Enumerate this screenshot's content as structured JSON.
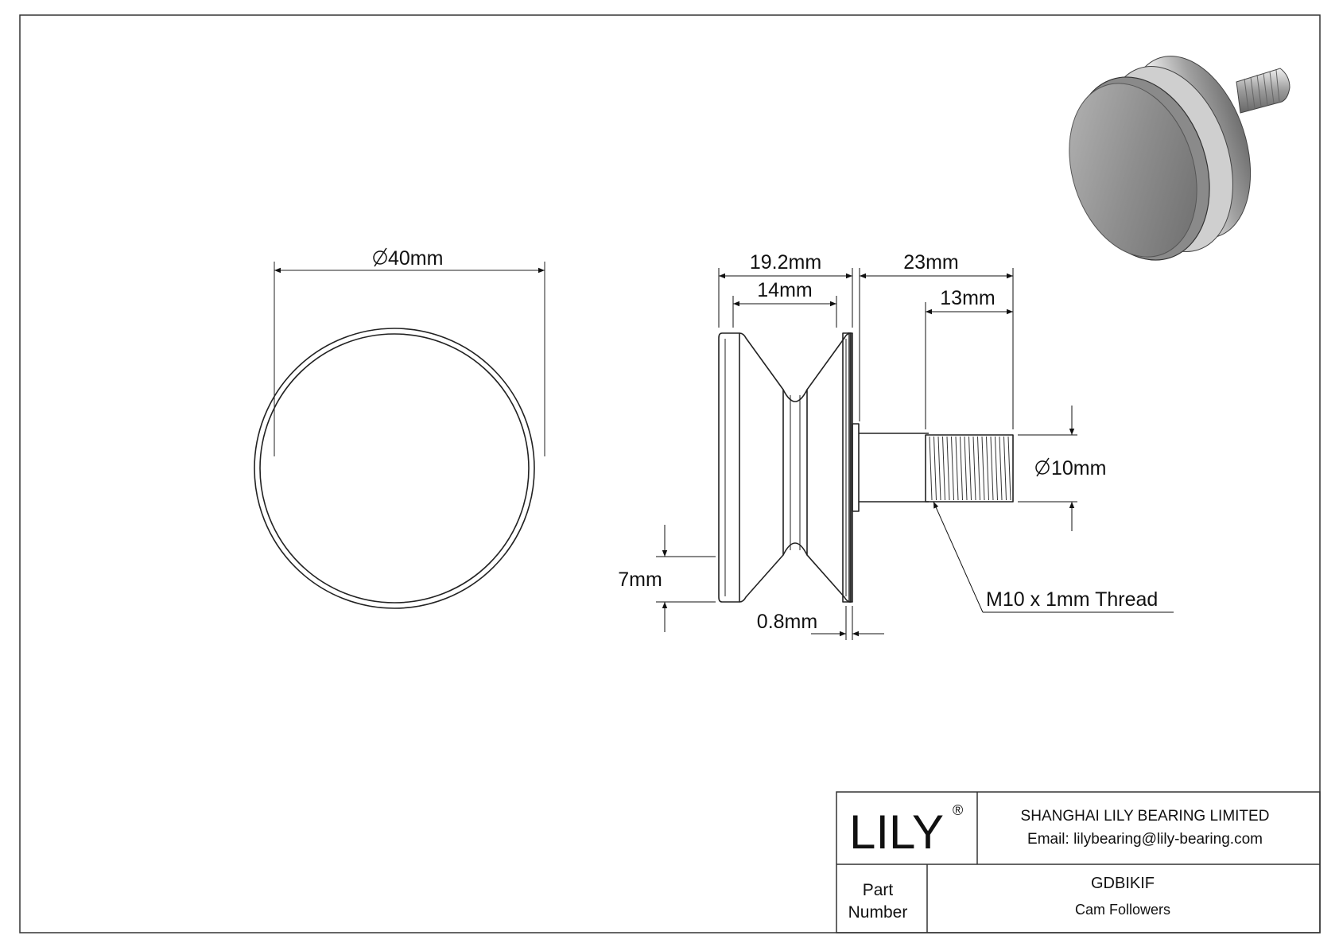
{
  "dimensions": {
    "outer_diameter": "40mm",
    "overall_width": "19.2mm",
    "track_width": "14mm",
    "stud_length": "23mm",
    "thread_length": "13mm",
    "stud_diameter": "10mm",
    "flange_height": "7mm",
    "flange_offset": "0.8mm",
    "thread_callout": "M10 x 1mm Thread"
  },
  "title_block": {
    "logo_text": "LILY",
    "logo_mark": "®",
    "company": "SHANGHAI LILY BEARING LIMITED",
    "email": "Email: lilybearing@lily-bearing.com",
    "part_label_line1": "Part",
    "part_label_line2": "Number",
    "part_number": "GDBIKIF",
    "part_type": "Cam Followers"
  },
  "colors": {
    "line": "#222222",
    "metal_light": "#e6e6e6",
    "metal_mid": "#9a9a9a",
    "metal_dark": "#555555"
  }
}
